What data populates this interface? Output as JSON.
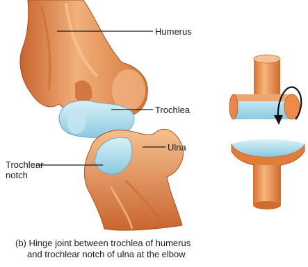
{
  "labels": {
    "humerus": "Humerus",
    "trochlea": "Trochlea",
    "ulna": "Ulna",
    "trochlear_notch_line1": "Trochlear",
    "trochlear_notch_line2": "notch"
  },
  "caption": {
    "line1": "(b) Hinge joint between trochlea of humerus",
    "line2": "and trochlear notch of ulna at the elbow"
  },
  "colors": {
    "bone": "#e58a4e",
    "bone_light": "#f6c9a0",
    "bone_dark": "#b8562a",
    "cartilage": "#a9daea",
    "leader_line": "#1a1a1a",
    "arrow": "#111111"
  },
  "icons": {
    "rotation_arrow": "curved-arrow-down-icon"
  }
}
